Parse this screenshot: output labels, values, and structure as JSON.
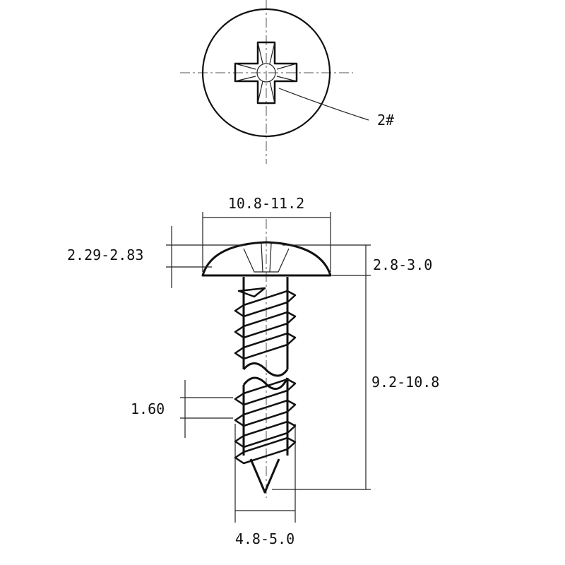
{
  "drawing": {
    "top_view": {
      "drive_label": "2#"
    },
    "dimensions": {
      "head_diameter": "10.8-11.2",
      "head_height_left": "2.29-2.83",
      "head_height_right": "2.8-3.0",
      "length": "9.2-10.8",
      "thread_pitch": "1.60",
      "thread_diameter": "4.8-5.0"
    }
  }
}
